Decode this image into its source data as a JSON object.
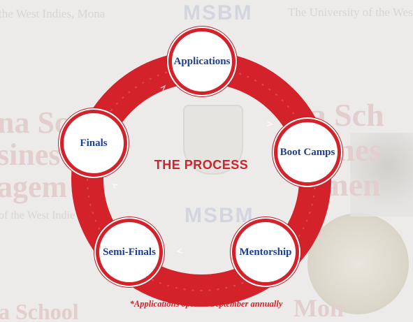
{
  "background": {
    "top_left_text": "the West Indies, Mona",
    "top_logo": "MSBM",
    "top_right_text": "The University of the West",
    "left_red_1": "na Sc",
    "left_red_2": "sines",
    "left_red_3": "agem",
    "left_small_text": "of the West Indie",
    "right_red_1": "na Sch",
    "right_red_2": "usines",
    "right_red_3": "emen",
    "center_logo": "MSBM",
    "bottom_left_red": "a School",
    "bottom_right_red": "Mon"
  },
  "diagram": {
    "title": "THE PROCESS",
    "nodes": [
      {
        "label": "Applications"
      },
      {
        "label": "Boot Camps"
      },
      {
        "label": "Mentorship"
      },
      {
        "label": "Semi-Finals"
      },
      {
        "label": "Finals"
      }
    ],
    "footnote": "*Applications open in September annually",
    "colors": {
      "ring": "#d3222a",
      "node_border": "#d3222a",
      "node_text": "#1d3f8f",
      "title": "#d3222a"
    }
  }
}
